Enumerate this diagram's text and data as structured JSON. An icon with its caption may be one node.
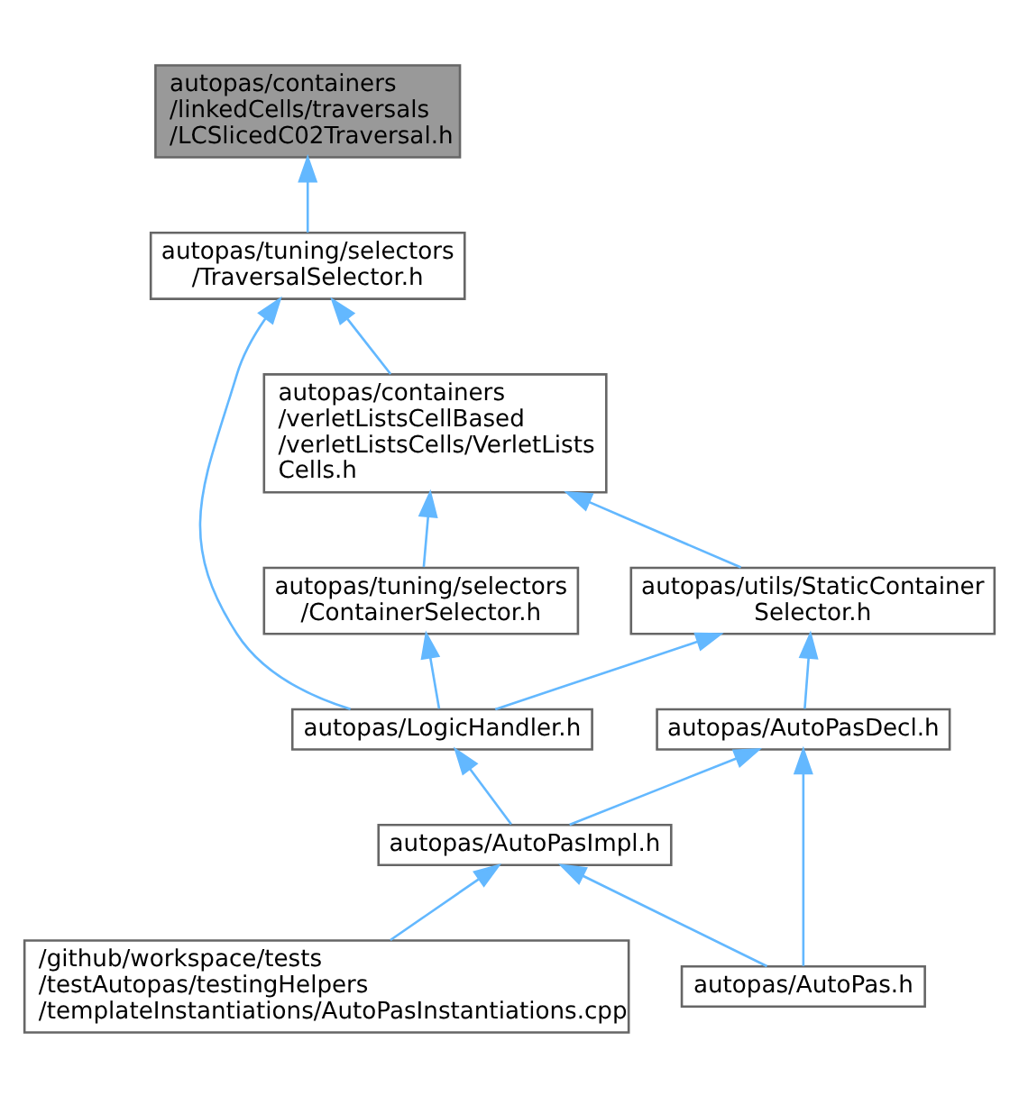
{
  "diagram": {
    "nodes": [
      {
        "text": [
          "autopas/containers /linkedCells/traversals /LCSlicedC02Traversal.h"
        ]
      },
      {
        "text": [
          "autopas/tuning/selectors /TraversalSelector.h"
        ]
      },
      {
        "text": [
          "autopas/containers /verletListsCellBased /verletListsCells/VerletLists Cells.h"
        ]
      },
      {
        "text": [
          "autopas/tuning/selectors /ContainerSelector.h"
        ]
      },
      {
        "text": [
          "autopas/utils/StaticContainer Selector.h"
        ]
      },
      {
        "text": [
          "autopas/LogicHandler.h"
        ]
      },
      {
        "text": [
          "autopas/AutoPasDecl.h"
        ]
      },
      {
        "text": [
          "autopas/AutoPasImpl.h"
        ]
      },
      {
        "text": [
          "/github/workspace/tests /testAutopas/testingHelpers /templateInstantiations/AutoPasInstantiations.cpp"
        ]
      },
      {
        "text": [
          "autopas/AutoPas.h"
        ]
      }
    ],
    "edges": [
      {
        "from": 1,
        "to": 0,
        "arrow": "to"
      },
      {
        "from": 2,
        "to": 1,
        "arrow": "to"
      },
      {
        "from": 5,
        "to": 1,
        "arrow": "to"
      },
      {
        "from": 3,
        "to": 2,
        "arrow": "to"
      },
      {
        "from": 4,
        "to": 2,
        "arrow": "to"
      },
      {
        "from": 5,
        "to": 3,
        "arrow": "to"
      },
      {
        "from": 5,
        "to": 4,
        "arrow": "to"
      },
      {
        "from": 6,
        "to": 4,
        "arrow": "to"
      },
      {
        "from": 7,
        "to": 5,
        "arrow": "to"
      },
      {
        "from": 7,
        "to": 6,
        "arrow": "to"
      },
      {
        "from": 9,
        "to": 6,
        "arrow": "to"
      },
      {
        "from": 8,
        "to": 7,
        "arrow": "to"
      },
      {
        "from": 9,
        "to": 7,
        "arrow": "to"
      }
    ]
  }
}
